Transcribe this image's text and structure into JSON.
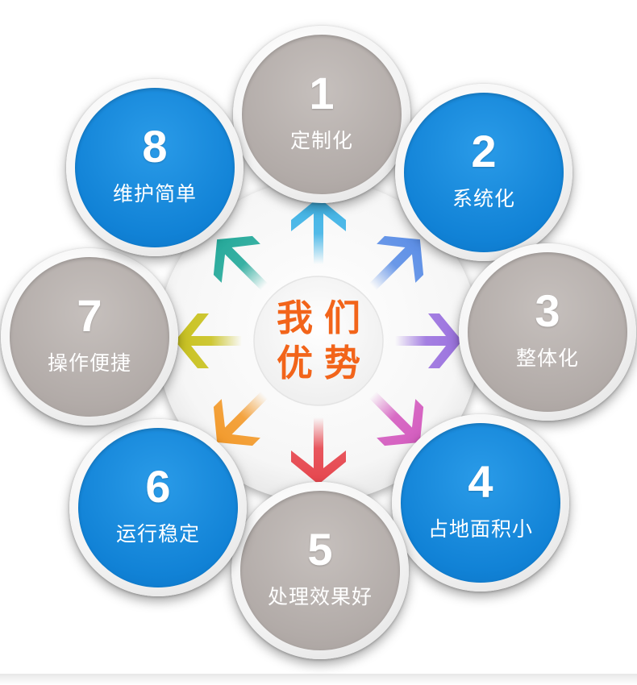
{
  "center": {
    "line1": "我们",
    "line2": "优势"
  },
  "colors": {
    "accent_orange": "#f2641a",
    "blue": "#1182d6",
    "gray": "#b2aba8",
    "arrows": [
      "#3fb3e6",
      "#5b8ee6",
      "#9b72df",
      "#d45cbf",
      "#e6454d",
      "#f39a2b",
      "#c9c21f",
      "#24a99a"
    ]
  },
  "advantages": [
    {
      "number": "1",
      "label": "定制化",
      "color": "gray"
    },
    {
      "number": "2",
      "label": "系统化",
      "color": "blue"
    },
    {
      "number": "3",
      "label": "整体化",
      "color": "gray"
    },
    {
      "number": "4",
      "label": "占地面积小",
      "color": "blue"
    },
    {
      "number": "5",
      "label": "处理效果好",
      "color": "gray"
    },
    {
      "number": "6",
      "label": "运行稳定",
      "color": "blue"
    },
    {
      "number": "7",
      "label": "操作便捷",
      "color": "gray"
    },
    {
      "number": "8",
      "label": "维护简单",
      "color": "blue"
    }
  ]
}
